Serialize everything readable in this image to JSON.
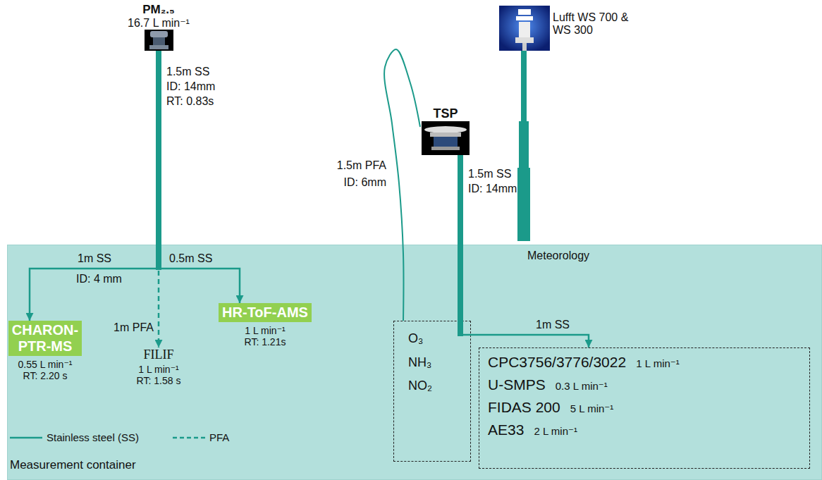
{
  "diagram": {
    "nodes": [
      {
        "text": [
          "Measurement container"
        ]
      },
      {
        "text": [
          "PM₂.₅",
          "16.7 L min⁻¹"
        ]
      },
      {
        "text": [
          "CHARON-PTR-MS",
          "0.55 L min⁻¹",
          "RT: 2.20 s"
        ],
        "in": 0
      },
      {
        "text": [
          "FILIF",
          "1 L min⁻¹",
          "RT: 1.58 s"
        ],
        "in": 0
      },
      {
        "text": [
          "HR-ToF-AMS",
          "1 L min⁻¹",
          "RT: 1.21s"
        ],
        "in": 0
      },
      {
        "text": [
          "TSP"
        ]
      },
      {
        "text": [
          "O₃",
          "NH₃",
          "NO₂"
        ],
        "in": 0
      },
      {
        "text": [
          "CPC3756/3776/3022",
          "1 L min⁻¹",
          "U-SMPS",
          "0.3 L min⁻¹",
          "FIDAS 200",
          "5 L min⁻¹",
          "AE33",
          "2 L min⁻¹"
        ],
        "in": 0
      },
      {
        "text": [
          "Lufft WS 700 & WS 300"
        ]
      }
    ],
    "edges": [
      {
        "from": 1,
        "to": 2,
        "arrow": "to",
        "label": "1m SS"
      },
      {
        "from": 1,
        "to": 3,
        "arrow": "to",
        "label": "1m PFA"
      },
      {
        "from": 1,
        "to": 4,
        "arrow": "to",
        "label": "0.5m SS"
      },
      {
        "from": 5,
        "to": 6,
        "arrow": "none",
        "label": "1.5m PFA"
      },
      {
        "from": 5,
        "to": 7,
        "arrow": "to",
        "label": "1m SS"
      }
    ],
    "labels": [
      "1.5m SS",
      "ID: 14mm",
      "RT: 0.83s",
      "ID: 4 mm",
      "ID: 6mm",
      "1.5m SS",
      "ID: 14mm",
      "Meteorology"
    ],
    "legend": [
      {
        "text": "Stainless steel (SS)"
      },
      {
        "text": "PFA"
      }
    ]
  }
}
